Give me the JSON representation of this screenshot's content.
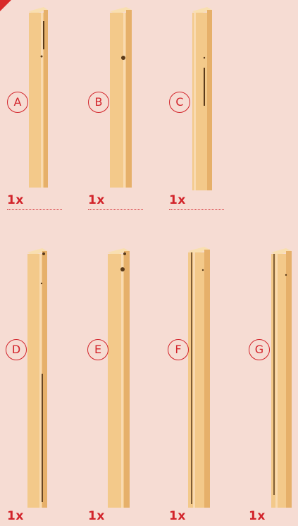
{
  "theme": {
    "accent": "#d2232a",
    "background": "#f6dcd3",
    "wood": "#f3c98a"
  },
  "parts": [
    {
      "id": "A",
      "label": "A",
      "qty": "1x"
    },
    {
      "id": "B",
      "label": "B",
      "qty": "1x"
    },
    {
      "id": "C",
      "label": "C",
      "qty": "1x"
    },
    {
      "id": "D",
      "label": "D",
      "qty": "1x"
    },
    {
      "id": "E",
      "label": "E",
      "qty": "1x"
    },
    {
      "id": "F",
      "label": "F",
      "qty": "1x"
    },
    {
      "id": "G",
      "label": "G",
      "qty": "1x"
    }
  ]
}
